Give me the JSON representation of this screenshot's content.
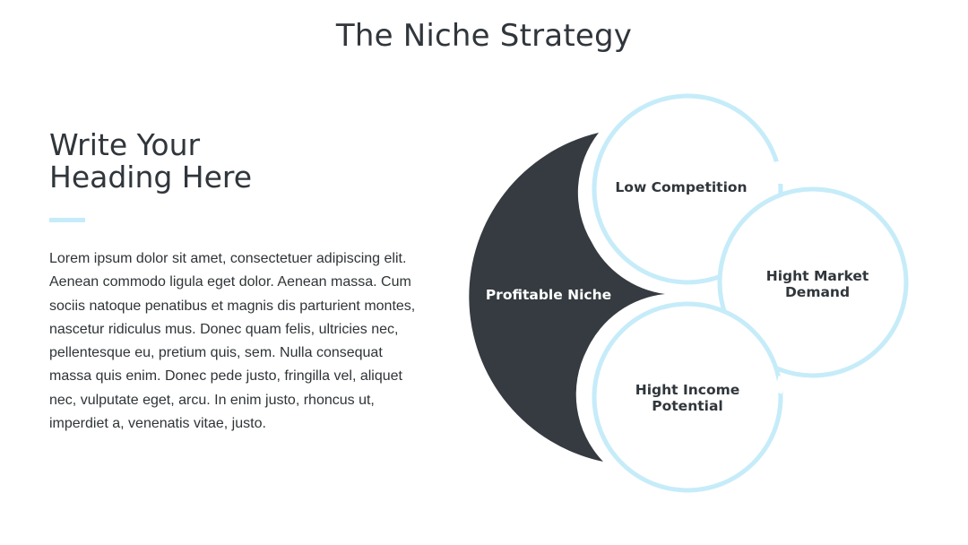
{
  "slide": {
    "title": "The Niche Strategy"
  },
  "left": {
    "heading_line1": "Write Your",
    "heading_line2": "Heading Here",
    "body": "Lorem ipsum dolor sit amet, consectetuer adipiscing elit. Aenean commodo ligula eget dolor. Aenean massa. Cum sociis natoque penatibus et magnis dis parturient montes, nascetur ridiculus mus. Donec quam felis, ultricies nec, pellentesque eu, pretium quis, sem. Nulla consequat massa quis enim. Donec pede justo, fringilla vel, aliquet nec, vulputate eget, arcu. In enim justo, rhoncus ut, imperdiet a, venenatis vitae, justo."
  },
  "diagram": {
    "center": {
      "label": "Profitable Niche"
    },
    "nodes": [
      {
        "line1": "Low Competition",
        "line2": ""
      },
      {
        "line1": "Hight Market",
        "line2": "Demand"
      },
      {
        "line1": "Hight Income",
        "line2": "Potential"
      }
    ]
  },
  "colors": {
    "dark": "#353b40",
    "ring": "#c6ecf9",
    "text_dark": "#30363b",
    "text_light": "#ffffff",
    "accent_bar": "#c6ecf9"
  }
}
